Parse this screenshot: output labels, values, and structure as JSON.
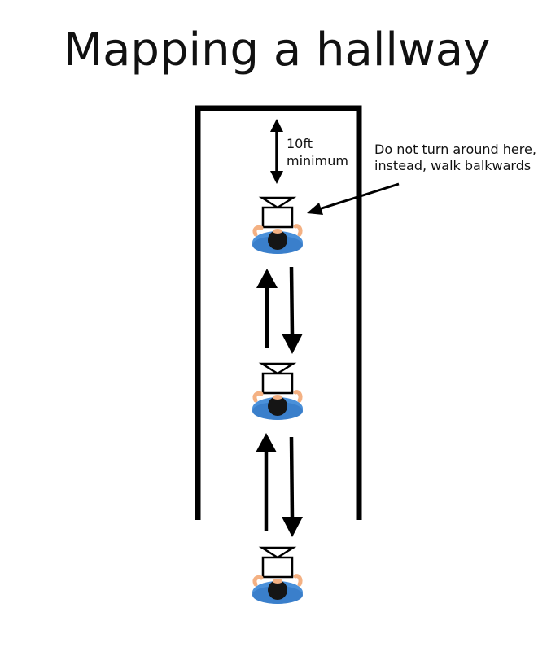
{
  "title": "Mapping a hallway",
  "distance_label": {
    "line1": "10ft",
    "line2": "minimum"
  },
  "instruction_note": {
    "line1": "Do not turn around here,",
    "line2": "instead, walk balkwards"
  },
  "walkers": [
    {
      "icon": "person-with-camera-icon"
    },
    {
      "icon": "person-with-camera-icon"
    },
    {
      "icon": "person-with-camera-icon"
    }
  ],
  "colors": {
    "wall": "#000000",
    "arrow": "#000000",
    "shirt": "#4a90d9",
    "hair": "#111111",
    "skin": "#f4b183"
  }
}
